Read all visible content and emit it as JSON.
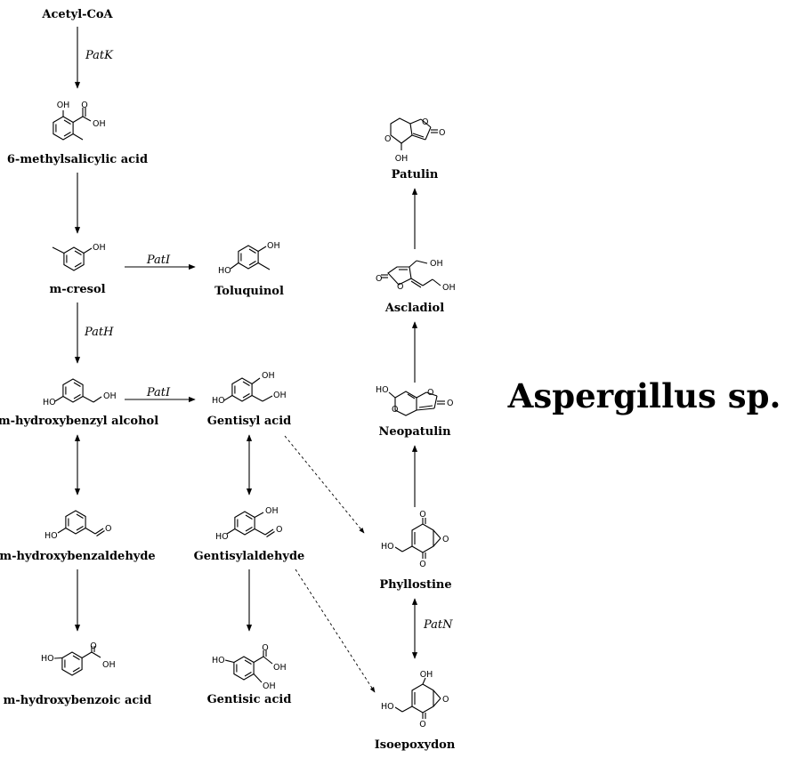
{
  "organism": "Aspergillus sp.",
  "compounds": {
    "acetyl_coa": "Acetyl-CoA",
    "methylsalicylic_acid": "6-methylsalicylic acid",
    "m_cresol": "m-cresol",
    "toluquinol": "Toluquinol",
    "m_hydroxybenzyl_alcohol": "m-hydroxybenzyl alcohol",
    "gentisyl_acid": "Gentisyl acid",
    "m_hydroxybenzaldehyde": "m-hydroxybenzaldehyde",
    "gentisylaldehyde": "Gentisylaldehyde",
    "m_hydroxybenzoic_acid": "m-hydroxybenzoic acid",
    "gentisic_acid": "Gentisic acid",
    "phyllostine": "Phyllostine",
    "isoepoxydon": "Isoepoxydon",
    "neopatulin": "Neopatulin",
    "ascladiol": "Ascladiol",
    "patulin": "Patulin"
  },
  "enzymes": {
    "patk": "PatK",
    "pati_1": "PatI",
    "path": "PatH",
    "pati_2": "PatI",
    "patn": "PatN"
  },
  "atoms": {
    "oh": "OH",
    "ho": "HO",
    "o": "O"
  }
}
